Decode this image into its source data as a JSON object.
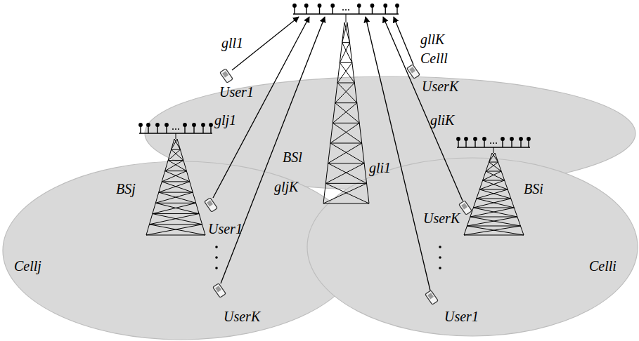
{
  "diagram": {
    "nodes": [
      {
        "text": [
          "Celll"
        ]
      },
      {
        "text": [
          "Cellj"
        ]
      },
      {
        "text": [
          "Celli"
        ]
      }
    ],
    "labels": [
      "gllK",
      "gll1",
      "User1",
      "UserK",
      "glj1",
      "gliK",
      "BSl",
      "BSj",
      "BSi",
      "gljK",
      "gli1",
      "User1",
      "UserK",
      "UserK",
      "User1"
    ]
  }
}
